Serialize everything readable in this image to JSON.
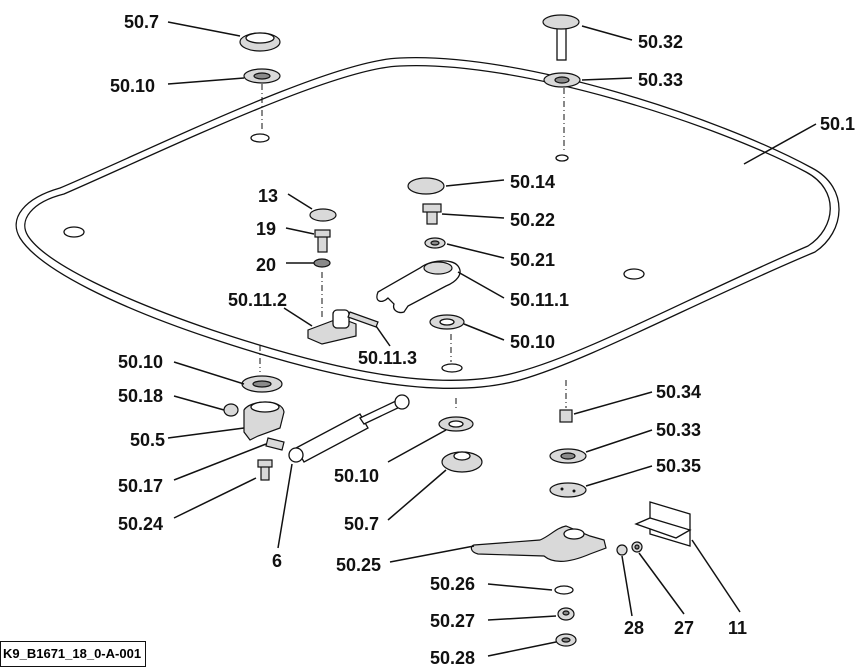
{
  "labels": {
    "l_50_7_top": "50.7",
    "l_50_10_top": "50.10",
    "l_50_32": "50.32",
    "l_50_33_top": "50.33",
    "l_50_1": "50.1",
    "l_50_14": "50.14",
    "l_13": "13",
    "l_50_22": "50.22",
    "l_19": "19",
    "l_50_21": "50.21",
    "l_20": "20",
    "l_50_11_2": "50.11.2",
    "l_50_11_1": "50.11.1",
    "l_50_10_mid": "50.10",
    "l_50_11_3": "50.11.3",
    "l_50_10_left": "50.10",
    "l_50_34": "50.34",
    "l_50_18": "50.18",
    "l_50_33_bot": "50.33",
    "l_50_5": "50.5",
    "l_50_35": "50.35",
    "l_50_17": "50.17",
    "l_50_10_bot": "50.10",
    "l_50_24": "50.24",
    "l_50_7_bot": "50.7",
    "l_6": "6",
    "l_50_25": "50.25",
    "l_50_26": "50.26",
    "l_50_27": "50.27",
    "l_28": "28",
    "l_27": "27",
    "l_11": "11",
    "l_50_28": "50.28"
  },
  "reference": "K9_B1671_18_0-A-001"
}
